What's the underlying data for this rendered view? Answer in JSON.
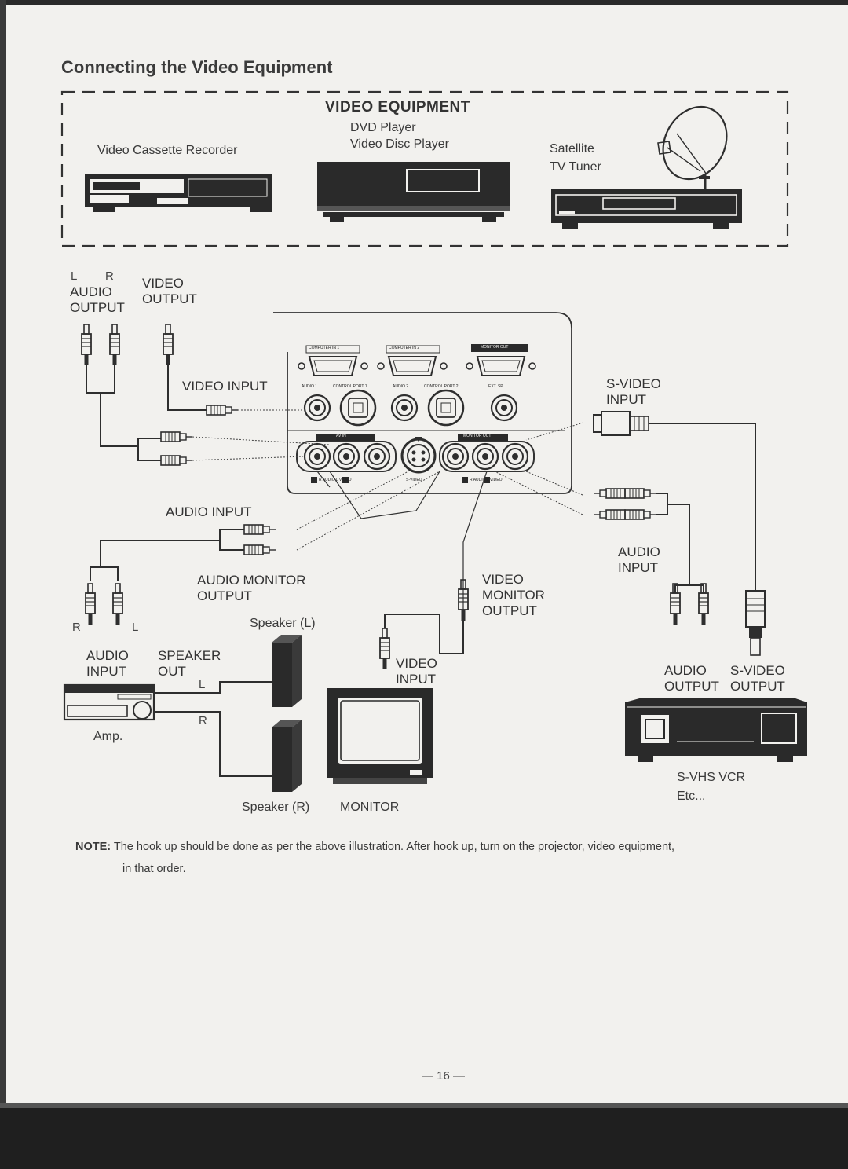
{
  "page": {
    "title": "Connecting the Video Equipment",
    "page_number": "— 16 —"
  },
  "video_equipment_box": {
    "heading": "VIDEO EQUIPMENT",
    "vcr_label": "Video Cassette Recorder",
    "dvd_line1": "DVD Player",
    "dvd_line2": "Video Disc Player",
    "tuner_line1": "Satellite",
    "tuner_line2": "TV Tuner"
  },
  "source_outputs": {
    "l": "L",
    "r": "R",
    "audio": "AUDIO",
    "audio_output": "OUTPUT",
    "video": "VIDEO",
    "video_output": "OUTPUT"
  },
  "projector_panel": {
    "video_input": "VIDEO INPUT",
    "audio_input": "AUDIO INPUT",
    "computer_in_1": "COMPUTER IN 1",
    "computer_in_2": "COMPUTER IN 2",
    "monitor_out": "MONITOR OUT",
    "audio_1": "AUDIO 1",
    "control_port_1": "CONTROL PORT 1",
    "audio_2": "AUDIO 2",
    "control_port_2": "CONTROL PORT 2",
    "ext_sp": "EXT. SP",
    "av_in": "AV IN",
    "monitor_out_2": "MONITOR OUT",
    "r_audio_l_video": "R AUDIO L VIDEO",
    "s_video_small": "S-VIDEO",
    "r_audio_l_video_2": "R AUDIO L VIDEO"
  },
  "amp": {
    "audio_monitor": "AUDIO MONITOR",
    "audio_monitor_output": "OUTPUT",
    "r": "R",
    "l": "L",
    "audio_input_1": "AUDIO",
    "audio_input_2": "INPUT",
    "speaker_out_1": "SPEAKER",
    "speaker_out_2": "OUT",
    "speaker_l_tag": "L",
    "speaker_r_tag": "R",
    "amp_label": "Amp.",
    "speaker_l": "Speaker (L)",
    "speaker_r": "Speaker (R)"
  },
  "monitor": {
    "video_monitor_1": "VIDEO",
    "video_monitor_2": "MONITOR",
    "video_monitor_3": "OUTPUT",
    "video_input_1": "VIDEO",
    "video_input_2": "INPUT",
    "monitor_label": "MONITOR"
  },
  "svhs": {
    "s_video_input_1": "S-VIDEO",
    "s_video_input_2": "INPUT",
    "audio_input_1": "AUDIO",
    "audio_input_2": "INPUT",
    "audio_output_1": "AUDIO",
    "audio_output_2": "OUTPUT",
    "s_video_output_1": "S-VIDEO",
    "s_video_output_2": "OUTPUT",
    "svhs_label": "S-VHS VCR",
    "etc": "Etc..."
  },
  "note": {
    "label": "NOTE:",
    "text_line1": "The hook up should be done as per the above illustration. After hook up, turn on the projector, video equipment,",
    "text_line2": "in that order."
  }
}
